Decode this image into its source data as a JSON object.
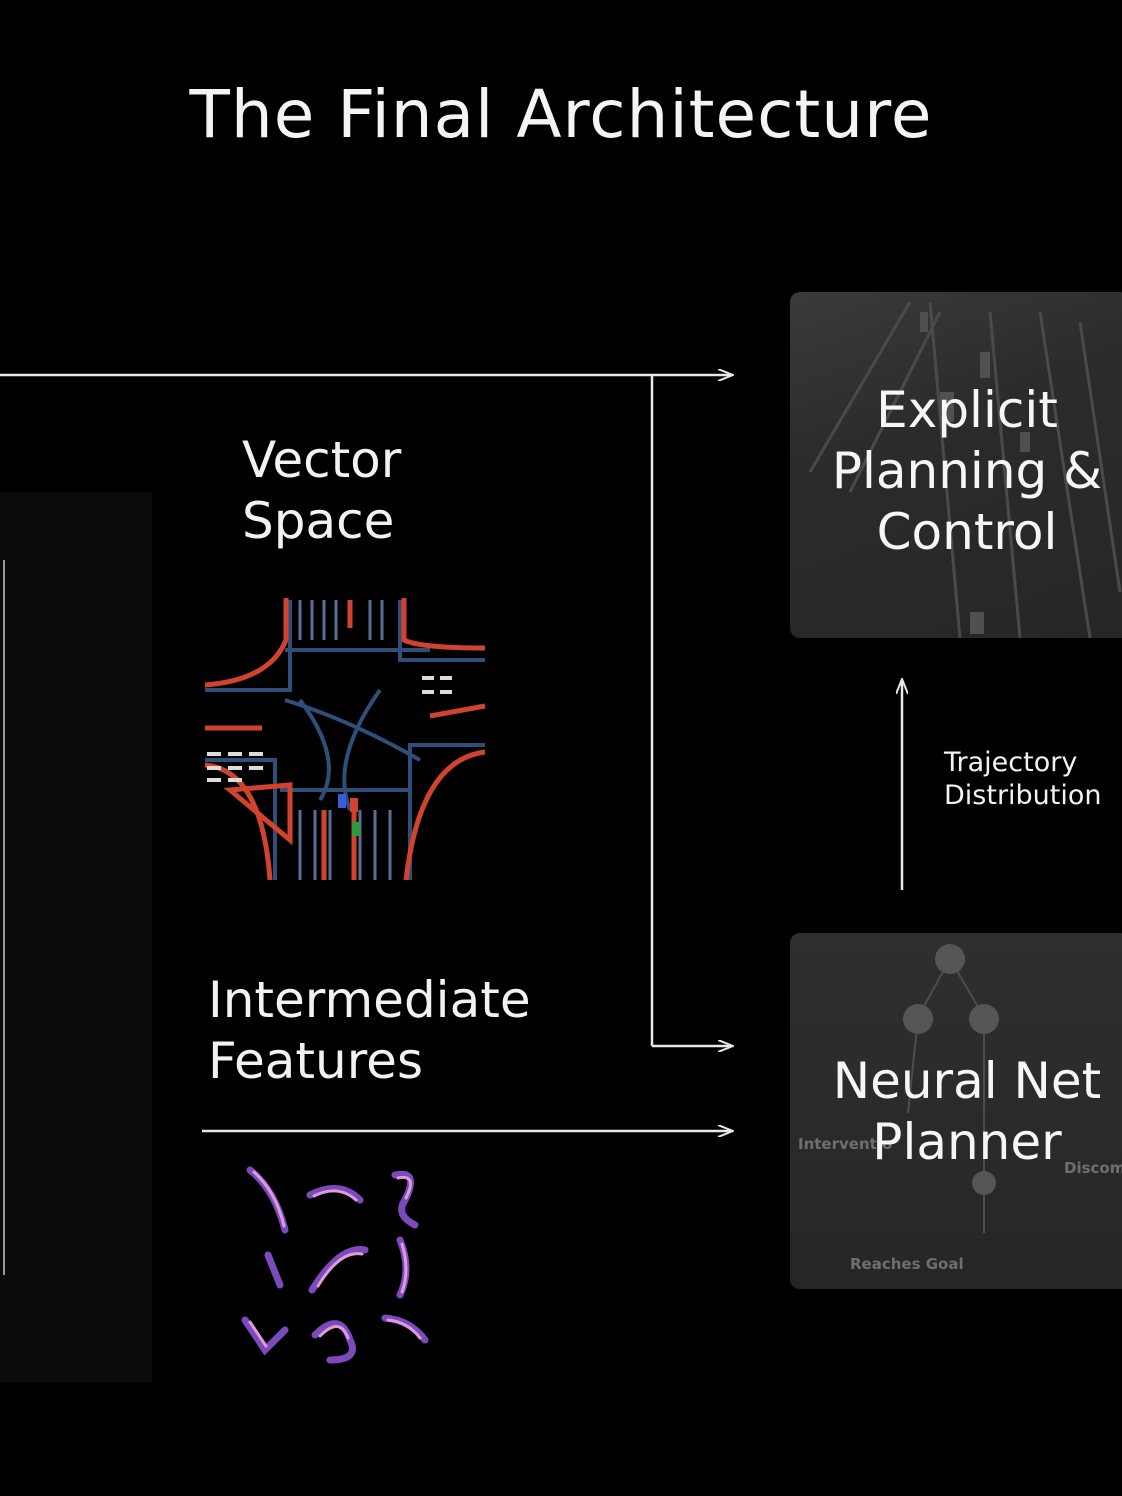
{
  "title": "The Final Architecture",
  "labels": {
    "vector_space_line1": "Vector",
    "vector_space_line2": "Space",
    "intermediate_line1": "Intermediate",
    "intermediate_line2": "Features",
    "trajectory_line1": "Trajectory",
    "trajectory_line2": "Distribution"
  },
  "boxes": {
    "explicit_line1": "Explicit",
    "explicit_line2": "Planning &",
    "explicit_line3": "Control",
    "nn_line1": "Neural Net",
    "nn_line2": "Planner",
    "nn_faded_intervention": "Interventio",
    "nn_faded_discomfort": "Discom",
    "nn_faded_reaches_goal": "Reaches Goal"
  },
  "colors": {
    "background": "#000000",
    "arrow": "#e8e8e8",
    "road_red": "#d2432f",
    "road_blue": "#2f4f7a",
    "feature_purple": "#8a5cc8"
  }
}
